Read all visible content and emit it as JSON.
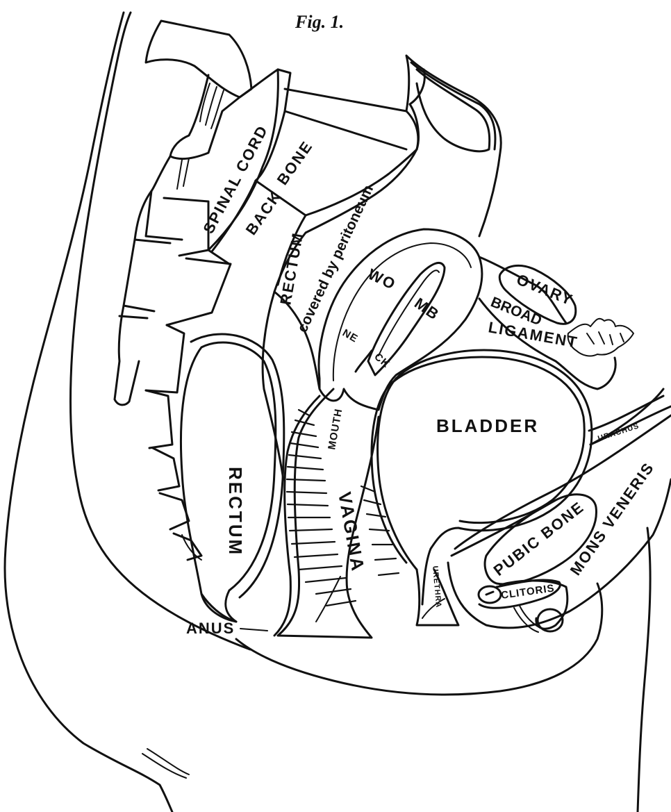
{
  "figure": {
    "title": "Fig. 1.",
    "labels": {
      "spinal_cord": "SPINAL CORD",
      "back": "BACK",
      "bone": "BONE",
      "rectum_upper": "RECTUM",
      "covered": "covered by peritoneum",
      "wo": "WO",
      "mb": "MB",
      "ne": "NE",
      "ck": "CK",
      "ovary": "OVARY",
      "broad": "BROAD",
      "ligament": "LIGAMENT",
      "bladder": "BLADDER",
      "urachus": "URACHUS",
      "mouth": "MOUTH",
      "rectum_lower": "RECTUM",
      "vagina": "VAGINA",
      "mons_veneris": "MONS VENERIS",
      "pubic_bone": "PUBIC BONE",
      "urethra": "URETHRA",
      "clitoris": "CLITORIS",
      "anus": "ANUS"
    }
  }
}
